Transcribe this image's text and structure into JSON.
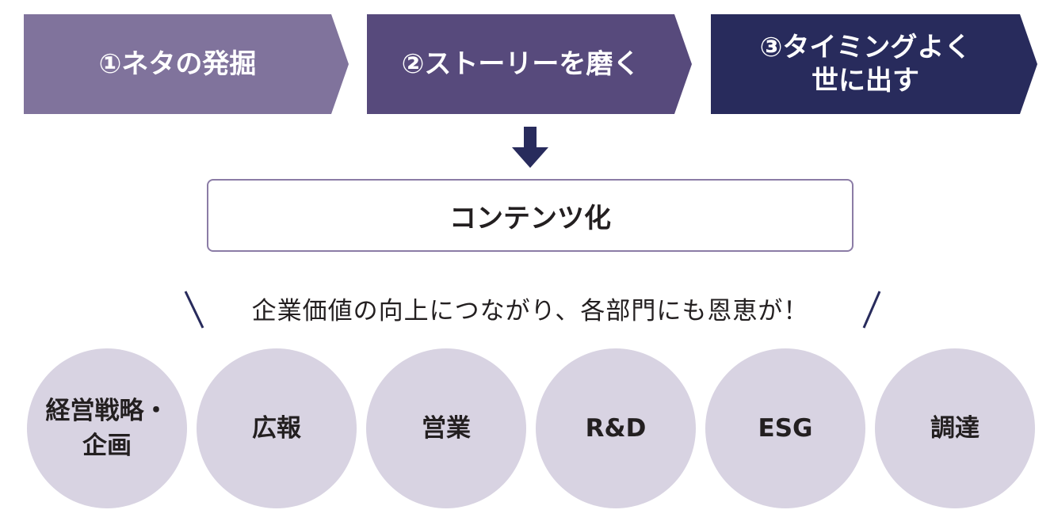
{
  "steps": [
    {
      "lines": [
        "①ネタの発掘"
      ]
    },
    {
      "lines": [
        "②ストーリーを磨く"
      ]
    },
    {
      "lines": [
        "③タイミングよく",
        "世に出す"
      ]
    }
  ],
  "content_box": {
    "label": "コンテンツ化"
  },
  "benefit_text": "企業価値の向上につながり、各部門にも恩恵が！",
  "departments": [
    {
      "lines": [
        "経営戦略・",
        "企画"
      ]
    },
    {
      "lines": [
        "広報"
      ]
    },
    {
      "lines": [
        "営業"
      ]
    },
    {
      "lines": [
        "R&D"
      ]
    },
    {
      "lines": [
        "ESG"
      ]
    },
    {
      "lines": [
        "調達"
      ]
    }
  ],
  "colors": {
    "step1": "#80739c",
    "step2": "#574a7c",
    "step3": "#282b5c",
    "arrow": "#282b5c",
    "box_border": "#8b7ca6",
    "circle_fill": "#d8d3e2"
  }
}
